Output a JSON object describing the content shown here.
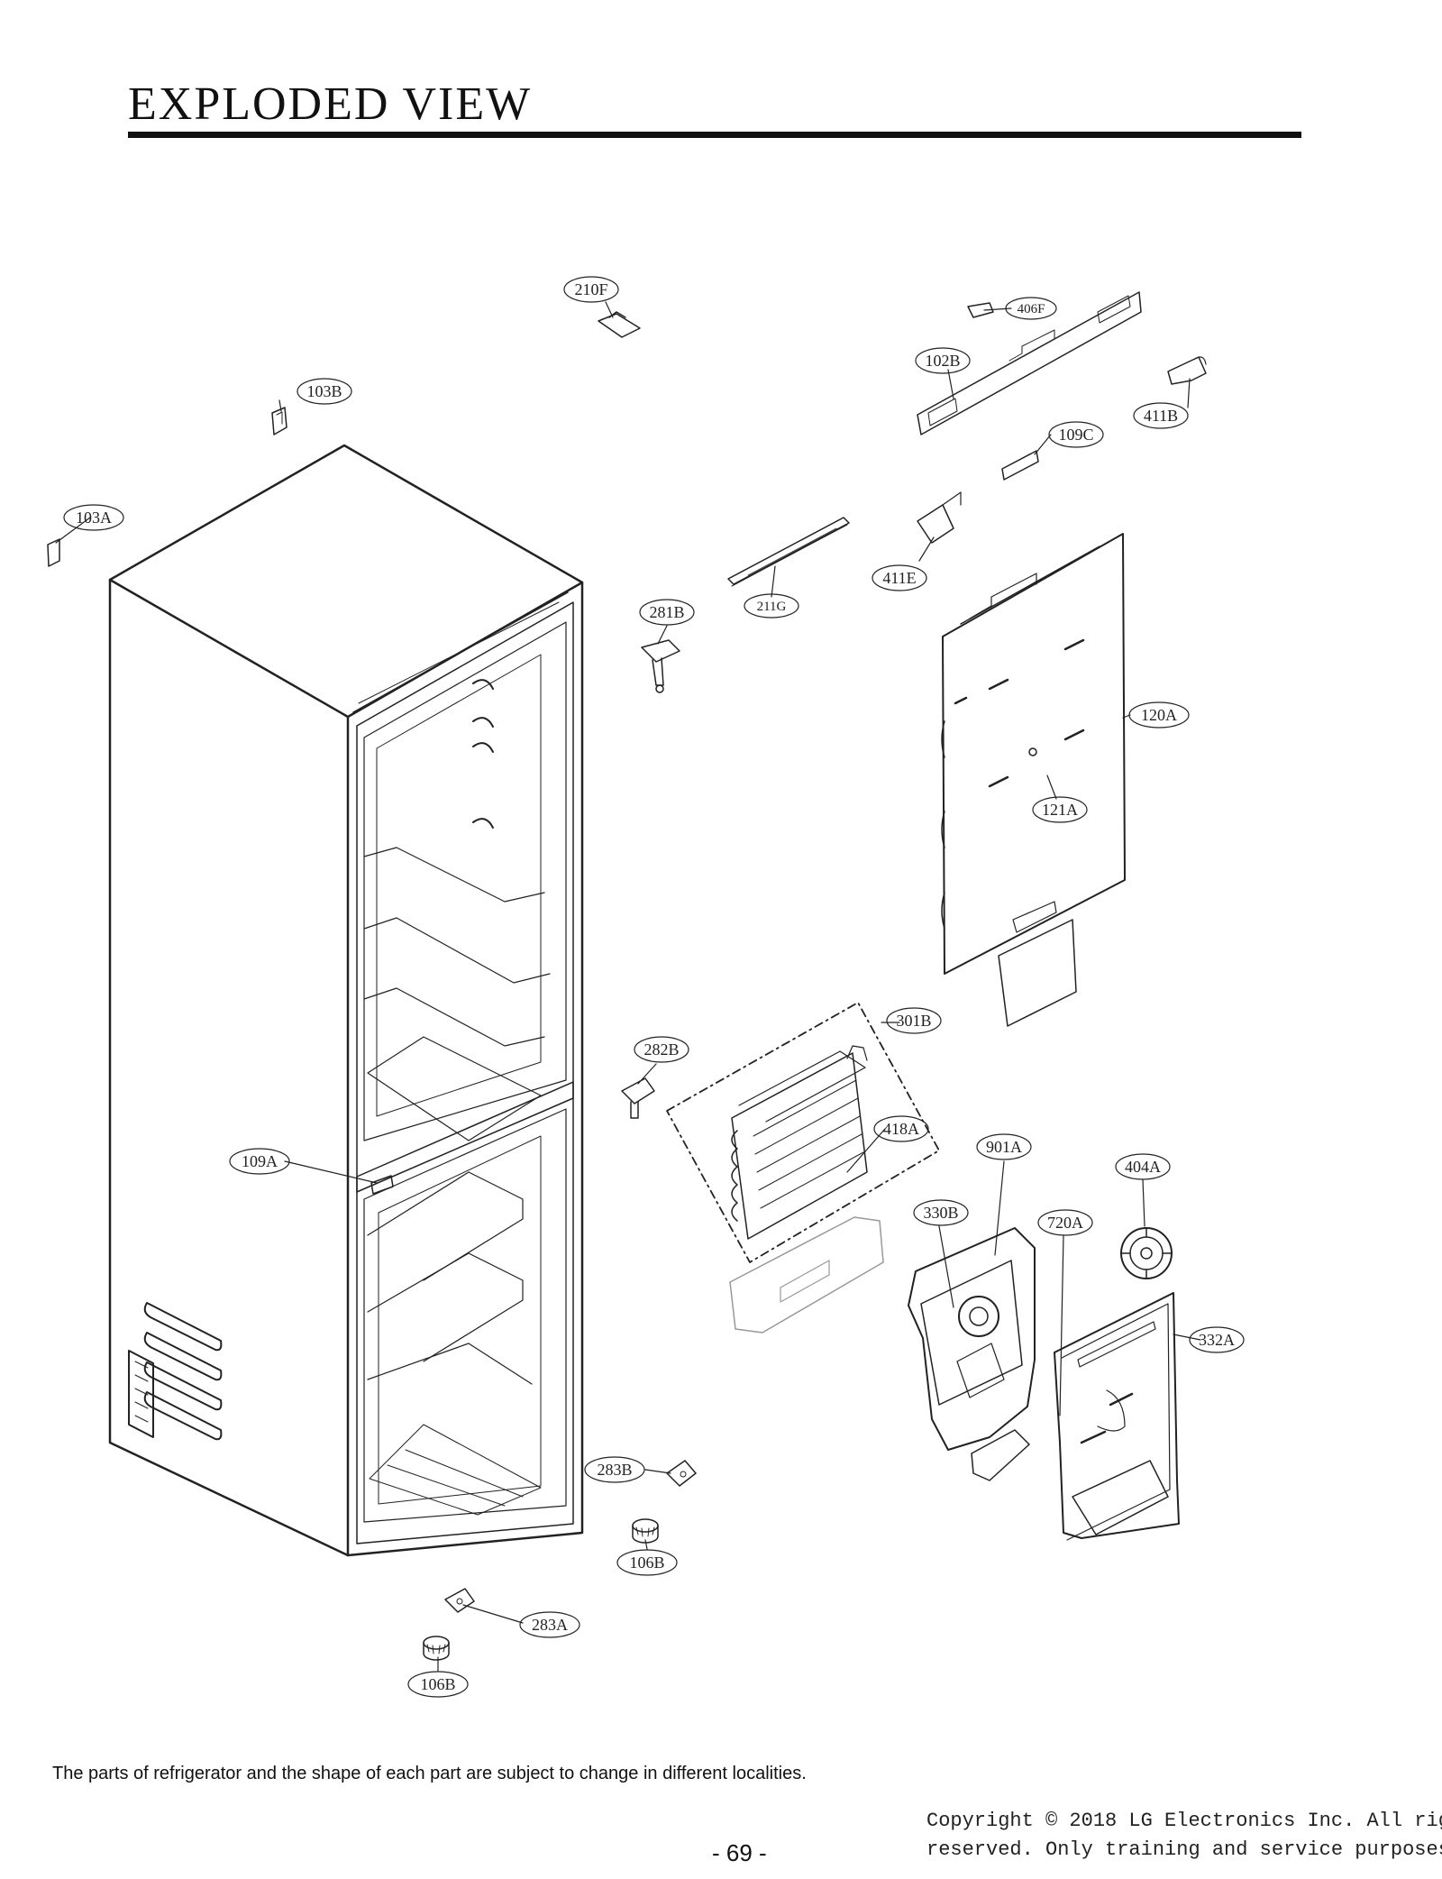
{
  "page": {
    "title": "EXPLODED VIEW",
    "disclaimer": "The parts of refrigerator and the shape of each part are subject to change in different localities.",
    "page_number": "- 69 -",
    "copyright_line1": "Copyright © 2018 LG Electronics Inc. All rig",
    "copyright_line2": "reserved. Only training and service purposes"
  },
  "callouts": {
    "c210F": "210F",
    "c406F": "406F",
    "c102B": "102B",
    "c103B": "103B",
    "c411B": "411B",
    "c109C": "109C",
    "c103A": "103A",
    "c411E": "411E",
    "c211G": "211G",
    "c281B": "281B",
    "c120A": "120A",
    "c121A": "121A",
    "c301B": "301B",
    "c282B": "282B",
    "c418A": "418A",
    "c901A": "901A",
    "c109A": "109A",
    "c404A": "404A",
    "c330B": "330B",
    "c720A": "720A",
    "c332A": "332A",
    "c283B": "283B",
    "c106B_upper": "106B",
    "c283A": "283A",
    "c106B_lower": "106B"
  }
}
